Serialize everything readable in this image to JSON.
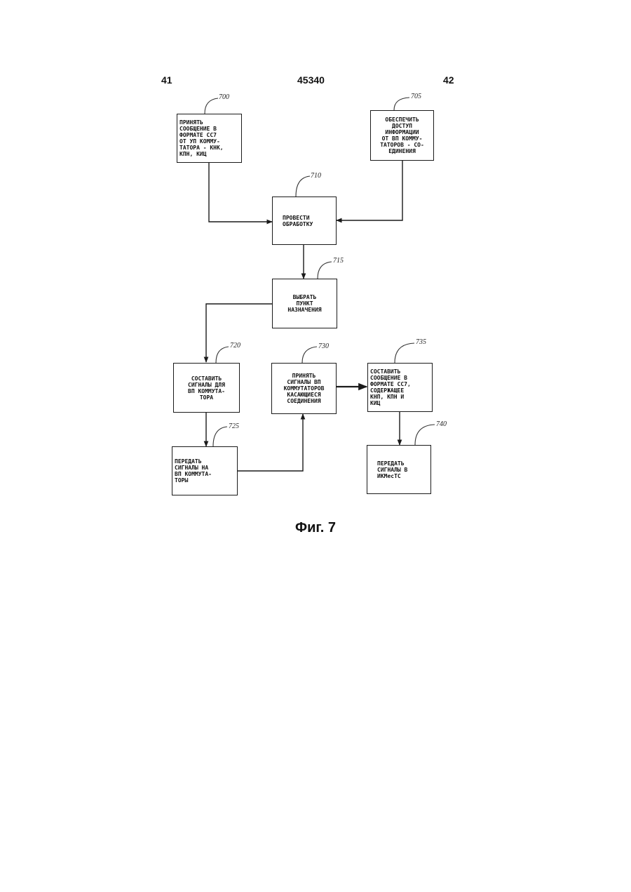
{
  "header": {
    "left_page": "41",
    "doc_number": "45340",
    "right_page": "42"
  },
  "blocks": {
    "b700": {
      "ref": "700",
      "text": "ПРИНЯТЬ\nСООБЩЕНИЕ В\nФОРМАТЕ СС7\nОТ УП КОММУ-\nТАТОРА - КНК,\nКПН, КИЦ"
    },
    "b705": {
      "ref": "705",
      "text": "ОБЕСПЕЧИТЬ\nДОСТУП\nИНФОРМАЦИИ\nОТ ВП КОММУ-\nТАТОРОВ - СО-\nЕДИНЕНИЯ"
    },
    "b710": {
      "ref": "710",
      "text": "ПРОВЕСТИ\nОБРАБОТКУ"
    },
    "b715": {
      "ref": "715",
      "text": "ВЫБРАТЬ\nПУНКТ\nНАЗНАЧЕНИЯ"
    },
    "b720": {
      "ref": "720",
      "text": "СОСТАВИТЬ\nСИГНАЛЫ ДЛЯ\nВП КОММУТА-\nТОРА"
    },
    "b725": {
      "ref": "725",
      "text": "ПЕРЕДАТЬ\nСИГНАЛЫ НА\nВП КОММУТА-\nТОРЫ"
    },
    "b730": {
      "ref": "730",
      "text": "ПРИНЯТЬ\nСИГНАЛЫ ВП\nКОММУТАТОРОВ\nКАСАЮЩИЕСЯ\nСОЕДИНЕНИЯ"
    },
    "b735": {
      "ref": "735",
      "text": "СОСТАВИТЬ\nСООБЩЕНИЕ В\nФОРМАТЕ СС7,\nСОДЕРЖАЩЕЕ\nКНП, КПН И\nКИЦ"
    },
    "b740": {
      "ref": "740",
      "text": "ПЕРЕДАТЬ\nСИГНАЛЫ В\nИКМесТС"
    }
  },
  "caption": "Фиг. 7"
}
